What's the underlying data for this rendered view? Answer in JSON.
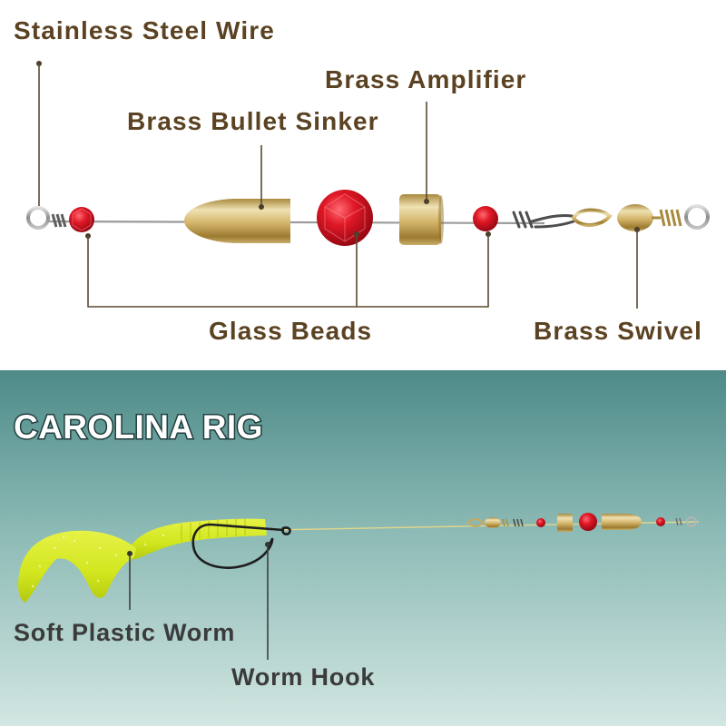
{
  "labels": {
    "stainless_steel_wire": "Stainless Steel Wire",
    "brass_amplifier": "Brass Amplifier",
    "brass_bullet_sinker": "Brass Bullet Sinker",
    "glass_beads": "Glass Beads",
    "brass_swivel": "Brass Swivel",
    "soft_plastic_worm": "Soft Plastic Worm",
    "worm_hook": "Worm Hook"
  },
  "title": "CAROLINA RIG",
  "colors": {
    "label_brown": "#5b4222",
    "label_dark": "#3b3b3b",
    "bead_red": "#d6121f",
    "brass_gold": "#c9aa5c",
    "worm_chartreuse": "#d4e822",
    "water_top": "#4d8a88",
    "water_bottom": "#cfe3df"
  }
}
